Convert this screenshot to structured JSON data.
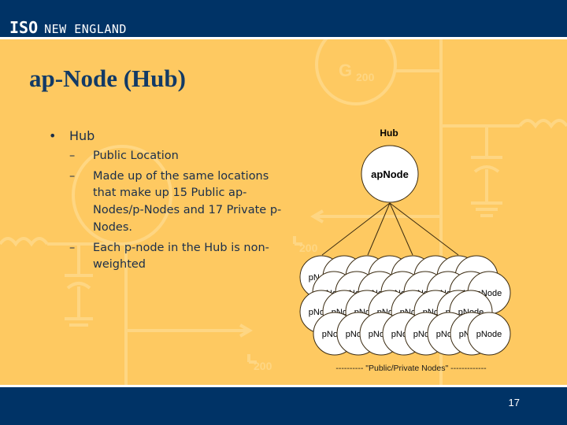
{
  "header": {
    "brand_bold": "ISO",
    "brand_rest": "NEW ENGLAND",
    "bg_color": "#003366"
  },
  "slide": {
    "title": "ap-Node (Hub)",
    "background_color": "#fec961",
    "bullets": [
      {
        "marker": "•",
        "text": "Hub",
        "children": [
          {
            "marker": "–",
            "text": "Public Location"
          },
          {
            "marker": "–",
            "text": "Made up of the same locations that make up 15 Public ap-Nodes/p-Nodes and 17 Private p-Nodes."
          },
          {
            "marker": "–",
            "text": "Each p-node in the Hub is non-weighted"
          }
        ]
      }
    ]
  },
  "diagram": {
    "title": "Hub",
    "root_label": "apNode",
    "child_label": "pNode",
    "child_count": 32,
    "public_count": 15,
    "private_count": 17,
    "caption": "---------- \"Public/Private Nodes\" -------------"
  },
  "background_schematic": {
    "generator_label": "G",
    "generator_sub": "200",
    "load_sub_1": "200",
    "load_sub_2": "200"
  },
  "footer": {
    "page_number": "17"
  }
}
